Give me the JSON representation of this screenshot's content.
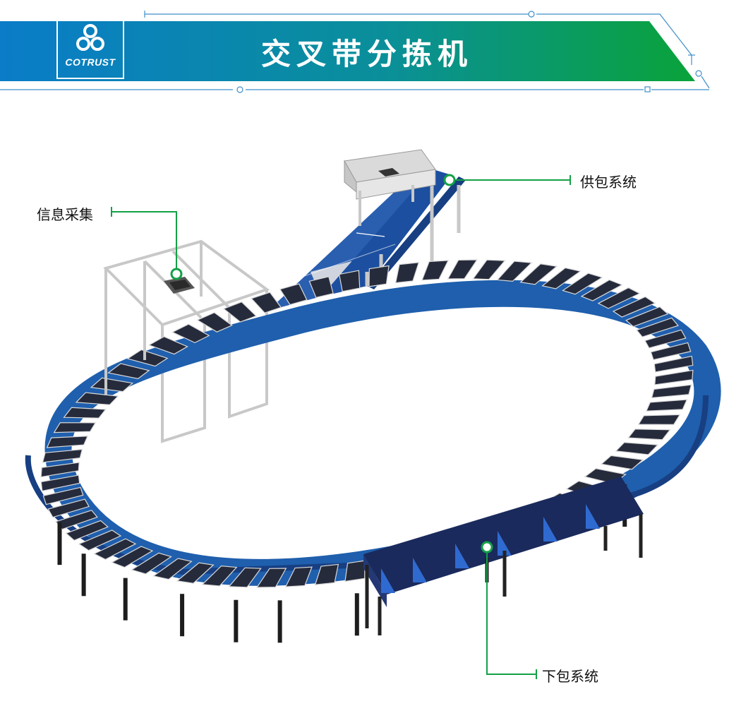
{
  "header": {
    "title": "交叉带分拣机",
    "logo_text": "COTRUST",
    "colors": {
      "blue": "#0a78c4",
      "green": "#0aa23c"
    }
  },
  "callouts": {
    "info_collection": "信息采集",
    "feeding_system": "供包系统",
    "unloading_system": "下包系统"
  },
  "colors": {
    "belt_blue": "#1f5fad",
    "tray_dark": "#252a3a",
    "frame_gray": "#c9c9c9",
    "callout_green": "#14a046"
  }
}
